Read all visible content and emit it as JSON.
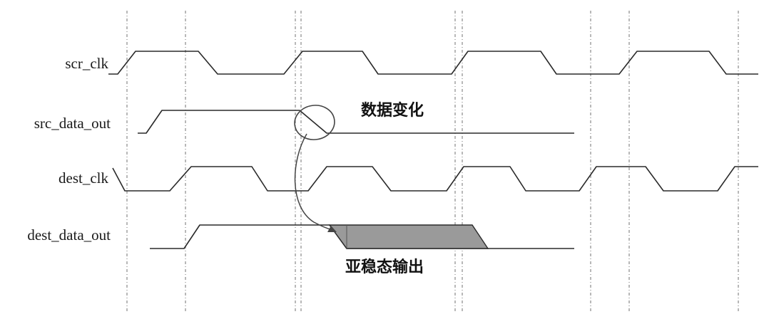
{
  "signals": [
    {
      "id": "scr_clk",
      "label": "scr_clk"
    },
    {
      "id": "src_data_out",
      "label": "src_data_out"
    },
    {
      "id": "dest_clk",
      "label": "dest_clk"
    },
    {
      "id": "dest_data_out",
      "label": "dest_data_out"
    }
  ],
  "annotations": {
    "data_change": "数据变化",
    "metastable_output": "亚稳态输出"
  },
  "colors": {
    "line": "#2a2a2a",
    "metastable_fill": "#9a9a9a",
    "guide": "#888888"
  }
}
